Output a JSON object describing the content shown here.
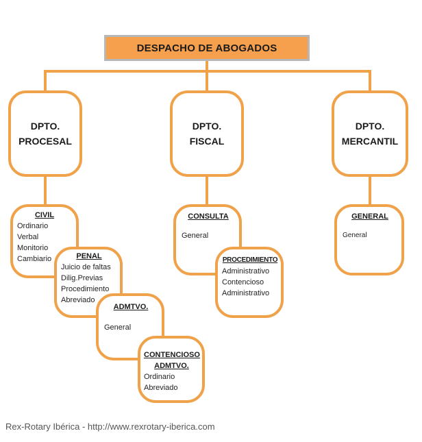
{
  "root": {
    "title": "DESPACHO DE ABOGADOS"
  },
  "departments": [
    {
      "line1": "DPTO.",
      "line2": "PROCESAL"
    },
    {
      "line1": "DPTO.",
      "line2": "FISCAL"
    },
    {
      "line1": "DPTO.",
      "line2": "MERCANTIL"
    }
  ],
  "procesal": {
    "civil": {
      "title": "CIVIL",
      "items": [
        "Ordinario",
        "Verbal",
        "Monitorio",
        "Cambiario"
      ]
    },
    "penal": {
      "title": "PENAL",
      "items": [
        "Juicio de faltas",
        "Dilig.Previas",
        "Procedimiento",
        "Abreviado"
      ]
    },
    "admtvo": {
      "title": "ADMTVO.",
      "items": [
        "General"
      ]
    },
    "contencioso": {
      "title_line1": "CONTENCIOSO",
      "title_line2": "ADMTVO.",
      "items": [
        "Ordinario",
        "Abreviado"
      ]
    }
  },
  "fiscal": {
    "consulta": {
      "title": "CONSULTA",
      "items": [
        "General"
      ]
    },
    "procedimiento": {
      "title": "PROCEDIMIENTO",
      "items": [
        "Administrativo",
        "Contencioso",
        "Administrativo"
      ]
    }
  },
  "mercantil": {
    "general": {
      "title": "GENERAL",
      "items": [
        "General"
      ]
    }
  },
  "credit": "Rex-Rotary Ibérica - http://www.rexrotary-iberica.com",
  "colors": {
    "node_border": "#F0A24A",
    "root_fill": "#F6A04D",
    "root_border": "#B7B7B7"
  }
}
